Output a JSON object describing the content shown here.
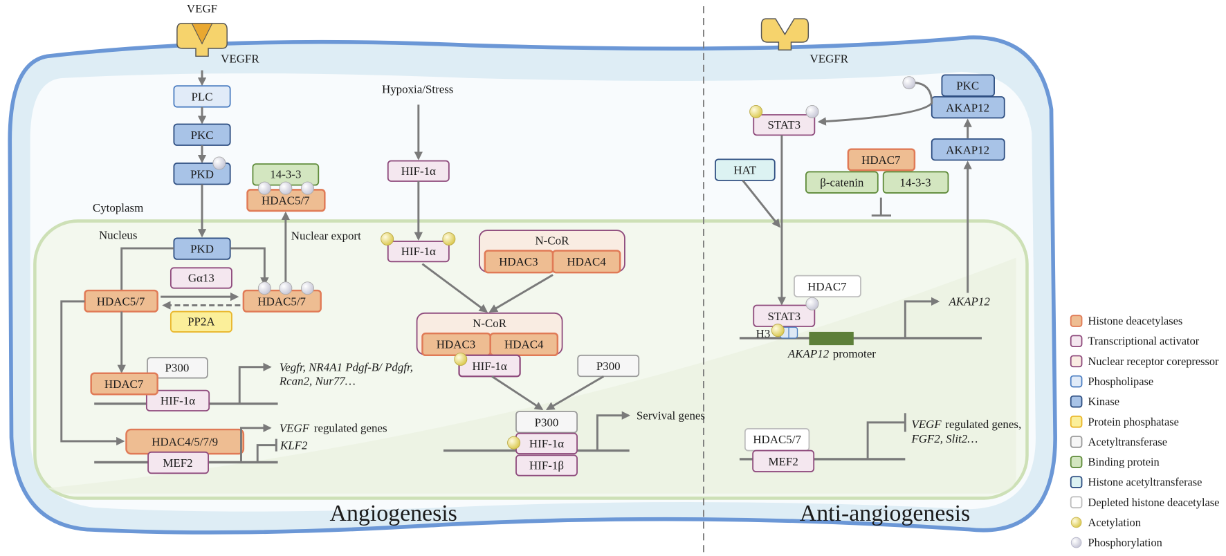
{
  "colors": {
    "hdac_fill": "#eebd92",
    "hdac_stroke": "#e07a56",
    "ta_fill": "#f4e7ef",
    "ta_stroke": "#8e4a7c",
    "ncor_fill": "#f9ece2",
    "ncor_stroke": "#8e4a7c",
    "plc_fill": "#e1ebf8",
    "plc_stroke": "#4e7fc2",
    "kinase_fill": "#a8c3e7",
    "kinase_stroke": "#2f4f82",
    "pp_fill": "#fbef9a",
    "pp_stroke": "#e9b62a",
    "at_fill": "#f6f6f6",
    "at_stroke": "#9a9a9a",
    "bind_fill": "#d3e6c0",
    "bind_stroke": "#5f8b3a",
    "hat_fill": "#dcf2f2",
    "hat_stroke": "#2f4f82",
    "depleted_fill": "#ffffff",
    "depleted_stroke": "#bdbdbd",
    "membrane": "#6b97d6",
    "cytoplasm": "#f8fbfd",
    "membrane_band": "#deedf5",
    "nucleus_fill": "#f3f8ee",
    "nucleus_stroke": "#cde0b6",
    "acetyl": "#efe08a",
    "phospho": "#e3e3ee",
    "promoter": "#5d7f39"
  },
  "angio": {
    "vegf": "VEGF",
    "vegfr": "VEGFR",
    "plc": "PLC",
    "pkc": "PKC",
    "pkd_cyto": "PKD",
    "cytoplasm": "Cytoplasm",
    "nucleus": "Nucleus",
    "bp1433": "14-3-3",
    "hdac57_exported": "HDAC5/7",
    "nuclear_export": "Nuclear export",
    "pkd_nuc": "PKD",
    "ga13": "Gα13",
    "pp2a": "PP2A",
    "hdac57_left": "HDAC5/7",
    "hdac57_right": "HDAC5/7",
    "hdac7": "HDAC7",
    "p300": "P300",
    "hif1a_dna": "HIF-1α",
    "genes1_line1": "Vegfr, NR4A1 Pdgf-B/ Pdgfr,",
    "genes1_line2": "Rcan2, Nur77…",
    "hdac4579": "HDAC4/5/7/9",
    "mef2": "MEF2",
    "vegf_genes_it": "VEGF",
    "vegf_genes_rest": "regulated genes",
    "klf2": "KLF2",
    "hypoxia": "Hypoxia/Stress",
    "hif1a_cyto": "HIF-1α",
    "hif1a_nuc": "HIF-1α",
    "ncor_top": "N-CoR",
    "hdac3_top": "HDAC3",
    "hdac4_top": "HDAC4",
    "ncor_mid": "N-CoR",
    "hdac3_mid": "HDAC3",
    "hdac4_mid": "HDAC4",
    "hif1a_mid": "HIF-1α",
    "p300_free": "P300",
    "p300_dna": "P300",
    "hif1a_low": "HIF-1α",
    "hif1b": "HIF-1β",
    "survival": "Servival genes",
    "title": "Angiogenesis"
  },
  "anti": {
    "vegfr": "VEGFR",
    "pkc": "PKC",
    "akap12_top": "AKAP12",
    "akap12_mid": "AKAP12",
    "stat3_top": "STAT3",
    "hat": "HAT",
    "hdac7": "HDAC7",
    "bcatenin": "β-catenin",
    "bp1433": "14-3-3",
    "hdac7_depleted": "HDAC7",
    "stat3_dna": "STAT3",
    "h3": "H3",
    "promoter_it": "AKAP12",
    "promoter_rest": "promoter",
    "akap12_gene": "AKAP12",
    "hdac57_depleted": "HDAC5/7",
    "mef2": "MEF2",
    "genes_line1_it": "VEGF",
    "genes_line1_rest": "regulated genes,",
    "genes_line2": "FGF2, Slit2…",
    "title": "Anti-angiogenesis"
  },
  "legend": [
    {
      "label": "Histone deacetylases",
      "kind": "box",
      "fill": "#eebd92",
      "stroke": "#e07a56"
    },
    {
      "label": "Transcriptional activator",
      "kind": "box",
      "fill": "#f4e7ef",
      "stroke": "#8e4a7c"
    },
    {
      "label": "Nuclear receptor corepressor",
      "kind": "box",
      "fill": "#f9ece2",
      "stroke": "#8e4a7c"
    },
    {
      "label": "Phospholipase",
      "kind": "box",
      "fill": "#e1ebf8",
      "stroke": "#4e7fc2"
    },
    {
      "label": "Kinase",
      "kind": "box",
      "fill": "#a8c3e7",
      "stroke": "#2f4f82"
    },
    {
      "label": "Protein phosphatase",
      "kind": "box",
      "fill": "#fbef9a",
      "stroke": "#e9b62a"
    },
    {
      "label": "Acetyltransferase",
      "kind": "box",
      "fill": "#f6f6f6",
      "stroke": "#9a9a9a"
    },
    {
      "label": "Binding protein",
      "kind": "box",
      "fill": "#d3e6c0",
      "stroke": "#5f8b3a"
    },
    {
      "label": "Histone acetyltransferase",
      "kind": "box",
      "fill": "#dcf2f2",
      "stroke": "#2f4f82"
    },
    {
      "label": "Depleted histone deacetylase",
      "kind": "box",
      "fill": "#ffffff",
      "stroke": "#bdbdbd"
    },
    {
      "label": "Acetylation",
      "kind": "dot",
      "fill": "#efe08a",
      "stroke": "#c9b54a"
    },
    {
      "label": "Phosphorylation",
      "kind": "dot",
      "fill": "#e3e3ee",
      "stroke": "#b5b5c8"
    }
  ]
}
